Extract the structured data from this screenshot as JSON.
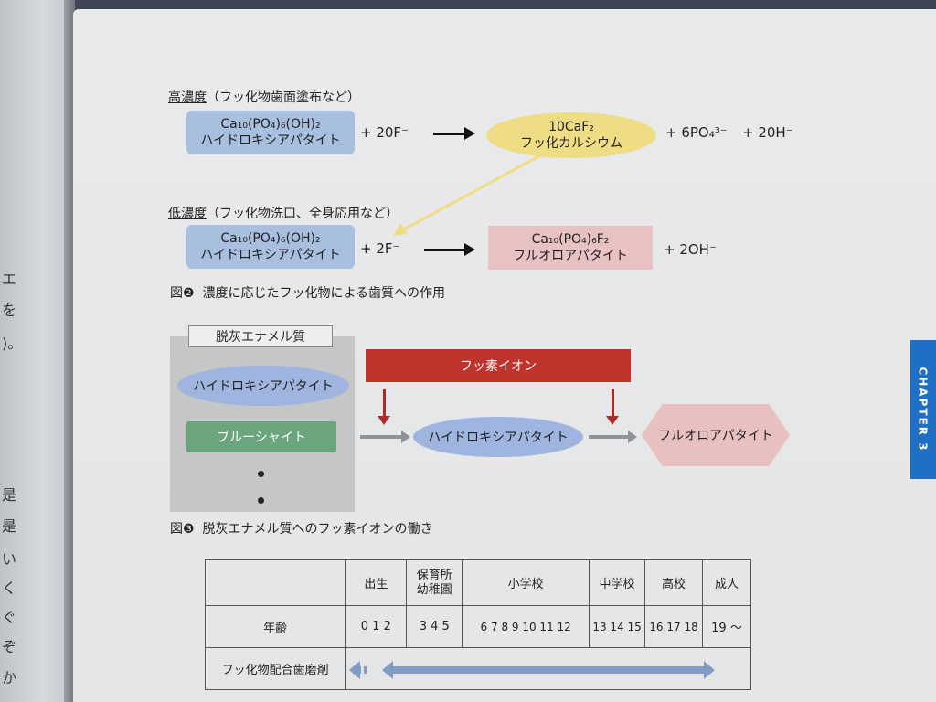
{
  "left_page": {
    "chars": [
      "エ",
      "を",
      ")。",
      "是",
      "是",
      "い",
      "く",
      "ぐ",
      "ぞ",
      "か"
    ]
  },
  "figure2": {
    "high": {
      "label_underlined": "高濃度",
      "label_rest": "（フッ化物歯面塗布など）",
      "reactant_formula": "Ca₁₀(PO₄)₆(OH)₂",
      "reactant_name": "ハイドロキシアパタイト",
      "plus_reagent": "+ 20F⁻",
      "product_formula": "10CaF₂",
      "product_name": "フッ化カルシウム",
      "byproduct1": "+ 6PO₄³⁻",
      "byproduct2": "+ 20H⁻"
    },
    "low": {
      "label_underlined": "低濃度",
      "label_rest": "（フッ化物洗口、全身応用など）",
      "reactant_formula": "Ca₁₀(PO₄)₆(OH)₂",
      "reactant_name": "ハイドロキシアパタイト",
      "plus_reagent": "+ 2F⁻",
      "product_formula": "Ca₁₀(PO₄)₆F₂",
      "product_name": "フルオロアパタイト",
      "byproduct": "+ 2OH⁻"
    },
    "caption_num": "図❷",
    "caption": "濃度に応じたフッ化物による歯質への作用"
  },
  "figure3": {
    "panel_title": "脱灰エナメル質",
    "hap": "ハイドロキシアパタイト",
    "brushite": "ブルーシャイト",
    "fluoride_ion": "フッ素イオン",
    "center": "ハイドロキシアパタイト",
    "result": "フルオロアパタイト",
    "caption_num": "図❸",
    "caption": "脱灰エナメル質へのフッ素イオンの働き"
  },
  "side_tab": {
    "label": "CHAPTER 3",
    "color": "#1f6fc6"
  },
  "table": {
    "header": [
      "",
      "出生",
      "保育所\n幼稚園",
      "小学校",
      "中学校",
      "高校",
      "成人"
    ],
    "age_label": "年齢",
    "ages": [
      "0 1 2",
      "3 4 5",
      "6 7 8 9 10 11 12",
      "13 14 15",
      "16 17 18",
      "19 〜"
    ],
    "row_label": "フッ化物配合歯磨剤"
  },
  "colors": {
    "blue_box": "#a8bfdf",
    "yellow": "#eedd84",
    "pink": "#e8c2c2",
    "red": "#c0322c",
    "green": "#6aa57e",
    "arrow_blue": "#7f9cc4"
  }
}
